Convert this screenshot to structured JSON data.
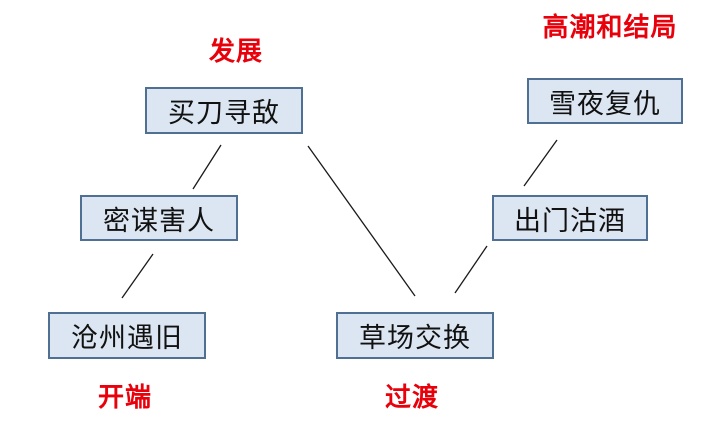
{
  "colors": {
    "stage_label": "#e8000b",
    "node_fill": "#dce6f2",
    "node_border": "#4f6f93",
    "connector": "#1a1a1a"
  },
  "stages": {
    "development": "发展",
    "climax": "高潮和结局",
    "beginning": "开端",
    "transition": "过渡"
  },
  "nodes": {
    "buy_knife": "买刀寻敌",
    "plot": "密谋害人",
    "reunion": "沧州遇旧",
    "swap": "草场交换",
    "wine": "出门沽酒",
    "revenge": "雪夜复仇"
  }
}
